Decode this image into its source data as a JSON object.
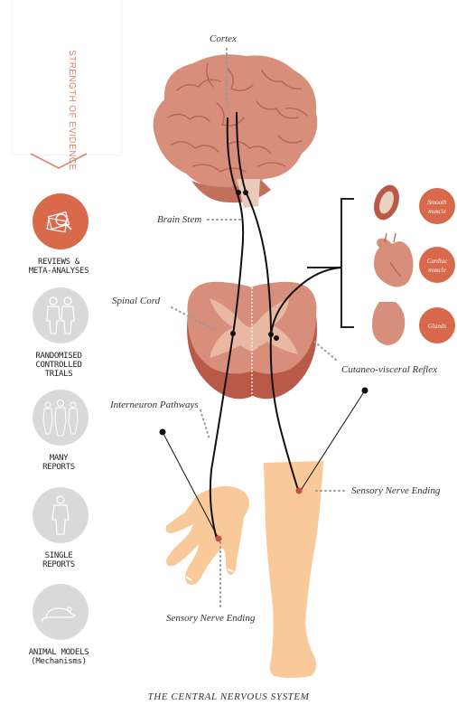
{
  "evidence_panel": {
    "title": "STRENGTH OF EVIDENCE"
  },
  "evidence_levels": [
    {
      "label": "REVIEWS &\nMETA-ANALYSES",
      "active": true,
      "icon": "documents-magnifier-icon"
    },
    {
      "label": "RANDOMISED\nCONTROLLED\nTRIALS",
      "active": false,
      "icon": "two-people-icon"
    },
    {
      "label": "MANY\nREPORTS",
      "active": false,
      "icon": "group-people-icon"
    },
    {
      "label": "SINGLE\nREPORTS",
      "active": false,
      "icon": "single-person-icon"
    },
    {
      "label": "ANIMAL MODELS\n(Mechanisms)",
      "active": false,
      "icon": "rodent-icon"
    }
  ],
  "diagram": {
    "labels": {
      "cortex": "Cortex",
      "brain_stem": "Brain Stem",
      "spinal_cord": "Spinal Cord",
      "interneuron": "Interneuron Pathways",
      "reflex": "Cutaneo-visceral Reflex",
      "sensory_right": "Sensory Nerve Ending",
      "sensory_bottom": "Sensory Nerve Ending"
    },
    "organs": [
      {
        "name": "Smooth muscle",
        "lines": [
          "Smooth",
          "muscle"
        ]
      },
      {
        "name": "Cardiac muscle",
        "lines": [
          "Cardiac",
          "muscle"
        ]
      },
      {
        "name": "Glands",
        "lines": [
          "Glands"
        ]
      }
    ],
    "caption": "THE CENTRAL NERVOUS SYSTEM"
  },
  "colors": {
    "accent": "#d9694b",
    "brain": "#d78f7c",
    "brain_dark": "#b8614f",
    "skin": "#f9c99a",
    "inactive": "#d9d9d9"
  }
}
